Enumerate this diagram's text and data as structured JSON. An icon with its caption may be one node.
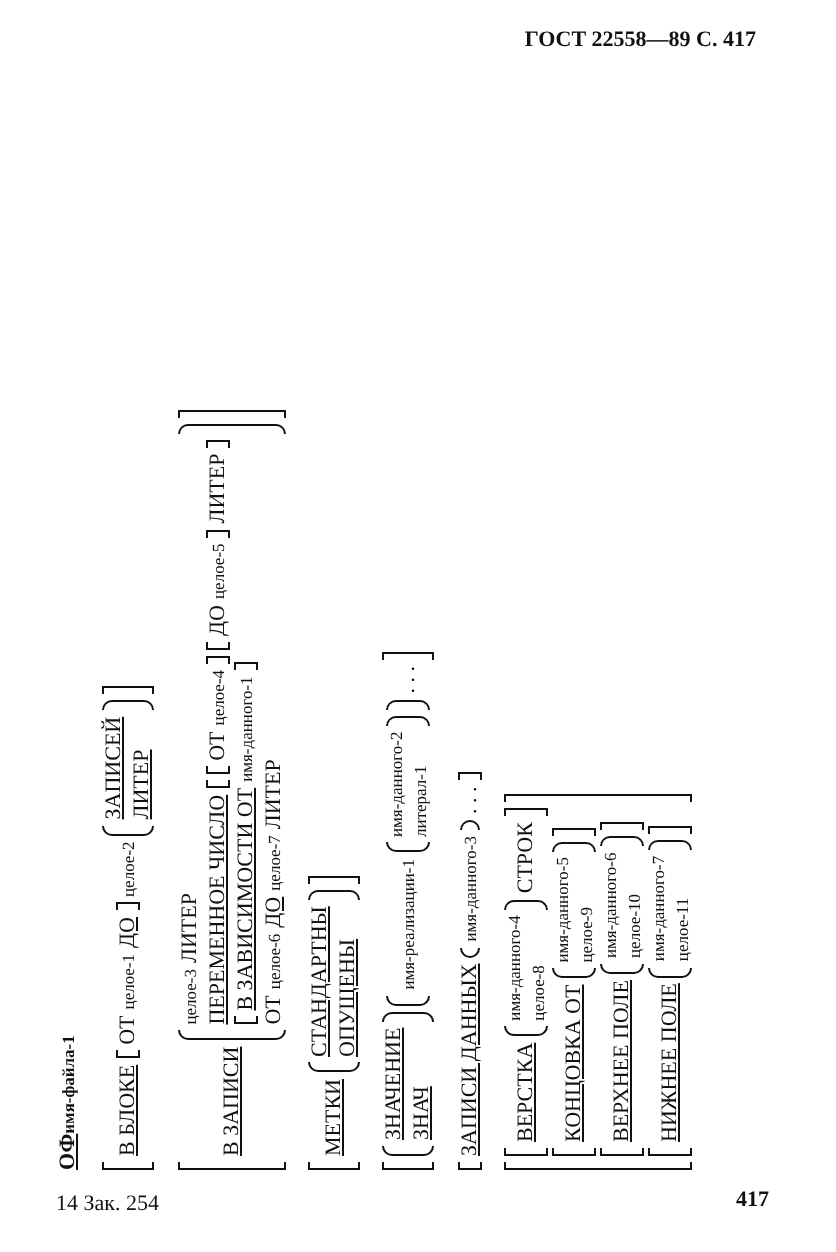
{
  "diagram": {
    "labels": [
      "ГОСТ 22558—89 С. 417",
      "ОФ",
      "имя-файла-1",
      "В БЛОКЕ",
      "ОТ",
      "целое-1",
      "ДО",
      "целое-2",
      "ЗАПИСЕЙ",
      "ЛИТЕР",
      "В ЗАПИСИ",
      "целое-3",
      "ЛИТЕР",
      "ПЕРЕМЕННОЕ ЧИСЛО",
      "ОТ",
      "целое-4",
      "ДО",
      "целое-5",
      "ЛИТЕР",
      "В ЗАВИСИМОСТИ ОТ",
      "имя-данного-1",
      "ОТ",
      "целое-6",
      "ДО",
      "целое-7",
      "ЛИТЕР",
      "МЕТКИ",
      "СТАНДАРТНЫ",
      "ОПУЩЕНЫ",
      "ЗНАЧЕНИЕ",
      "ЗНАЧ",
      "имя-реализации-1",
      "имя-данного-2",
      "литерал-1",
      ". . .",
      "ЗАПИСИ ДАННЫХ",
      "имя-данного-3",
      ". . .",
      "ВЕРСТКА",
      "имя-данного-4",
      "целое-8",
      "СТРОК",
      "КОНЦОВКА ОТ",
      "имя-данного-5",
      "целое-9",
      "ВЕРХНЕЕ ПОЛЕ",
      "имя-данного-6",
      "целое-10",
      "НИЖНЕЕ ПОЛЕ",
      "имя-данного-7",
      "целое-11",
      "14 Зак. 254",
      "417"
    ]
  }
}
